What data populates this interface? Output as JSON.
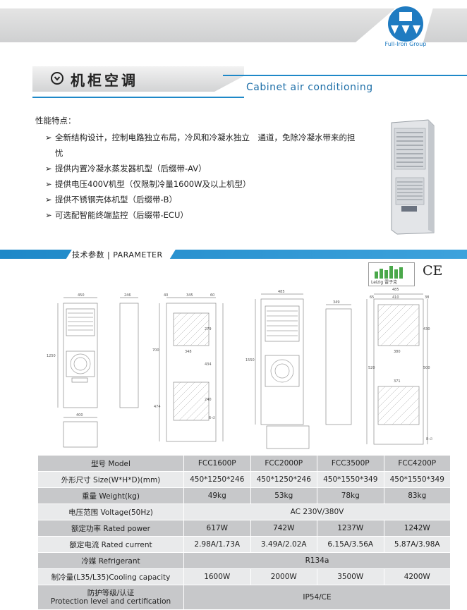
{
  "brand": {
    "caption": "Full-Iron Group"
  },
  "section": {
    "title_cn": "机柜空调",
    "title_en": "Cabinet air conditioning"
  },
  "features": {
    "heading": "性能特点：",
    "items": [
      "全新结构设计，控制电路独立布局，冷风和冷凝水独立　通道，免除冷凝水带来的担忧",
      "提供内置冷凝水蒸发器机型（后缀带-AV）",
      "提供电压400V机型（仅限制冷量1600W及以上机型）",
      "提供不锈钢壳体机型（后缀带-B）",
      "可选配智能终端监控（后缀带-ECU）"
    ]
  },
  "parameter_label": "技术参数 | PARAMETER",
  "certs": {
    "leizig": "Leizig 雷子克",
    "ce": "CE"
  },
  "drawing_labels": {
    "w450": "450",
    "d246": "246",
    "h1250": "1250",
    "d400": "400",
    "f40": "40",
    "f345": "345",
    "f60": "60",
    "v700": "700",
    "v348": "348",
    "v474": "474",
    "v434": "434",
    "v279": "279",
    "v240": "240",
    "h6": "6-∅",
    "w485": "485",
    "d349": "349",
    "h1550": "1550",
    "s485": "485",
    "s410": "410",
    "s38": "38",
    "s65": "65",
    "s380": "380",
    "s430": "430",
    "s520": "520",
    "s500": "500",
    "s371": "371",
    "s8": "8-∅"
  },
  "table": {
    "rows": [
      {
        "label": "型号 Model",
        "cells": [
          "FCC1600P",
          "FCC2000P",
          "FCC3500P",
          "FCC4200P"
        ]
      },
      {
        "label": "外形尺寸 Size(W*H*D)(mm)",
        "cells": [
          "450*1250*246",
          "450*1250*246",
          "450*1550*349",
          "450*1550*349"
        ]
      },
      {
        "label": "重量 Weight(kg)",
        "cells": [
          "49kg",
          "53kg",
          "78kg",
          "83kg"
        ]
      },
      {
        "label": "电压范围 Voltage(50Hz)",
        "span": "AC  230V/380V"
      },
      {
        "label": "额定功率 Rated power",
        "cells": [
          "617W",
          "742W",
          "1237W",
          "1242W"
        ]
      },
      {
        "label": "额定电流 Rated current",
        "cells": [
          "2.98A/1.73A",
          "3.49A/2.02A",
          "6.15A/3.56A",
          "5.87A/3.98A"
        ]
      },
      {
        "label": "冷媒  Refrigerant",
        "span": "R134a"
      },
      {
        "label": "制冷量(L35/L35)Cooling capacity",
        "cells": [
          "1600W",
          "2000W",
          "3500W",
          "4200W"
        ]
      },
      {
        "label": "防护等级/认证",
        "label2": "Protection level and certification",
        "span": "IP54/CE"
      }
    ]
  }
}
